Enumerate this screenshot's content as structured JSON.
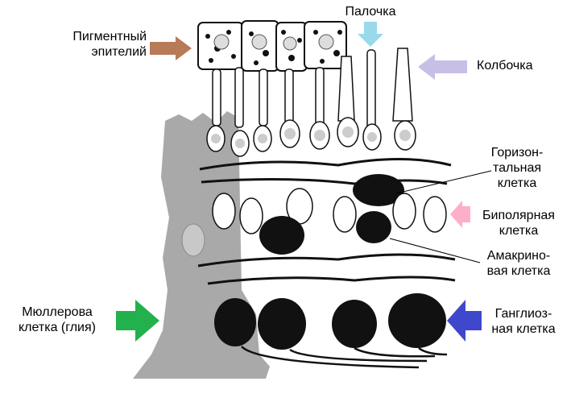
{
  "labels": {
    "pigment_epithelium": [
      "Пигментный",
      "эпителий"
    ],
    "rod": "Палочка",
    "cone": "Колбочка",
    "horizontal_cell": [
      "Горизон-",
      "тальная",
      "клетка"
    ],
    "bipolar_cell": [
      "Биполярная",
      "клетка"
    ],
    "amacrine_cell": [
      "Амакрино-",
      "вая клетка"
    ],
    "muller_cell": [
      "Мюллерова",
      "клетка (глия)"
    ],
    "ganglion_cell": [
      "Ганглиоз-",
      "ная клетка"
    ]
  },
  "arrow_colors": {
    "pigment_epithelium": "#b97a57",
    "rod": "#99d9ea",
    "cone": "#c8bfe7",
    "bipolar_cell": "#ffaec9",
    "muller_cell": "#22b14c",
    "ganglion_cell": "#3f48cc"
  },
  "tissue_colors": {
    "glia": "#a9a9a9",
    "cell_dark": "#111111",
    "cell_light": "#ffffff"
  }
}
